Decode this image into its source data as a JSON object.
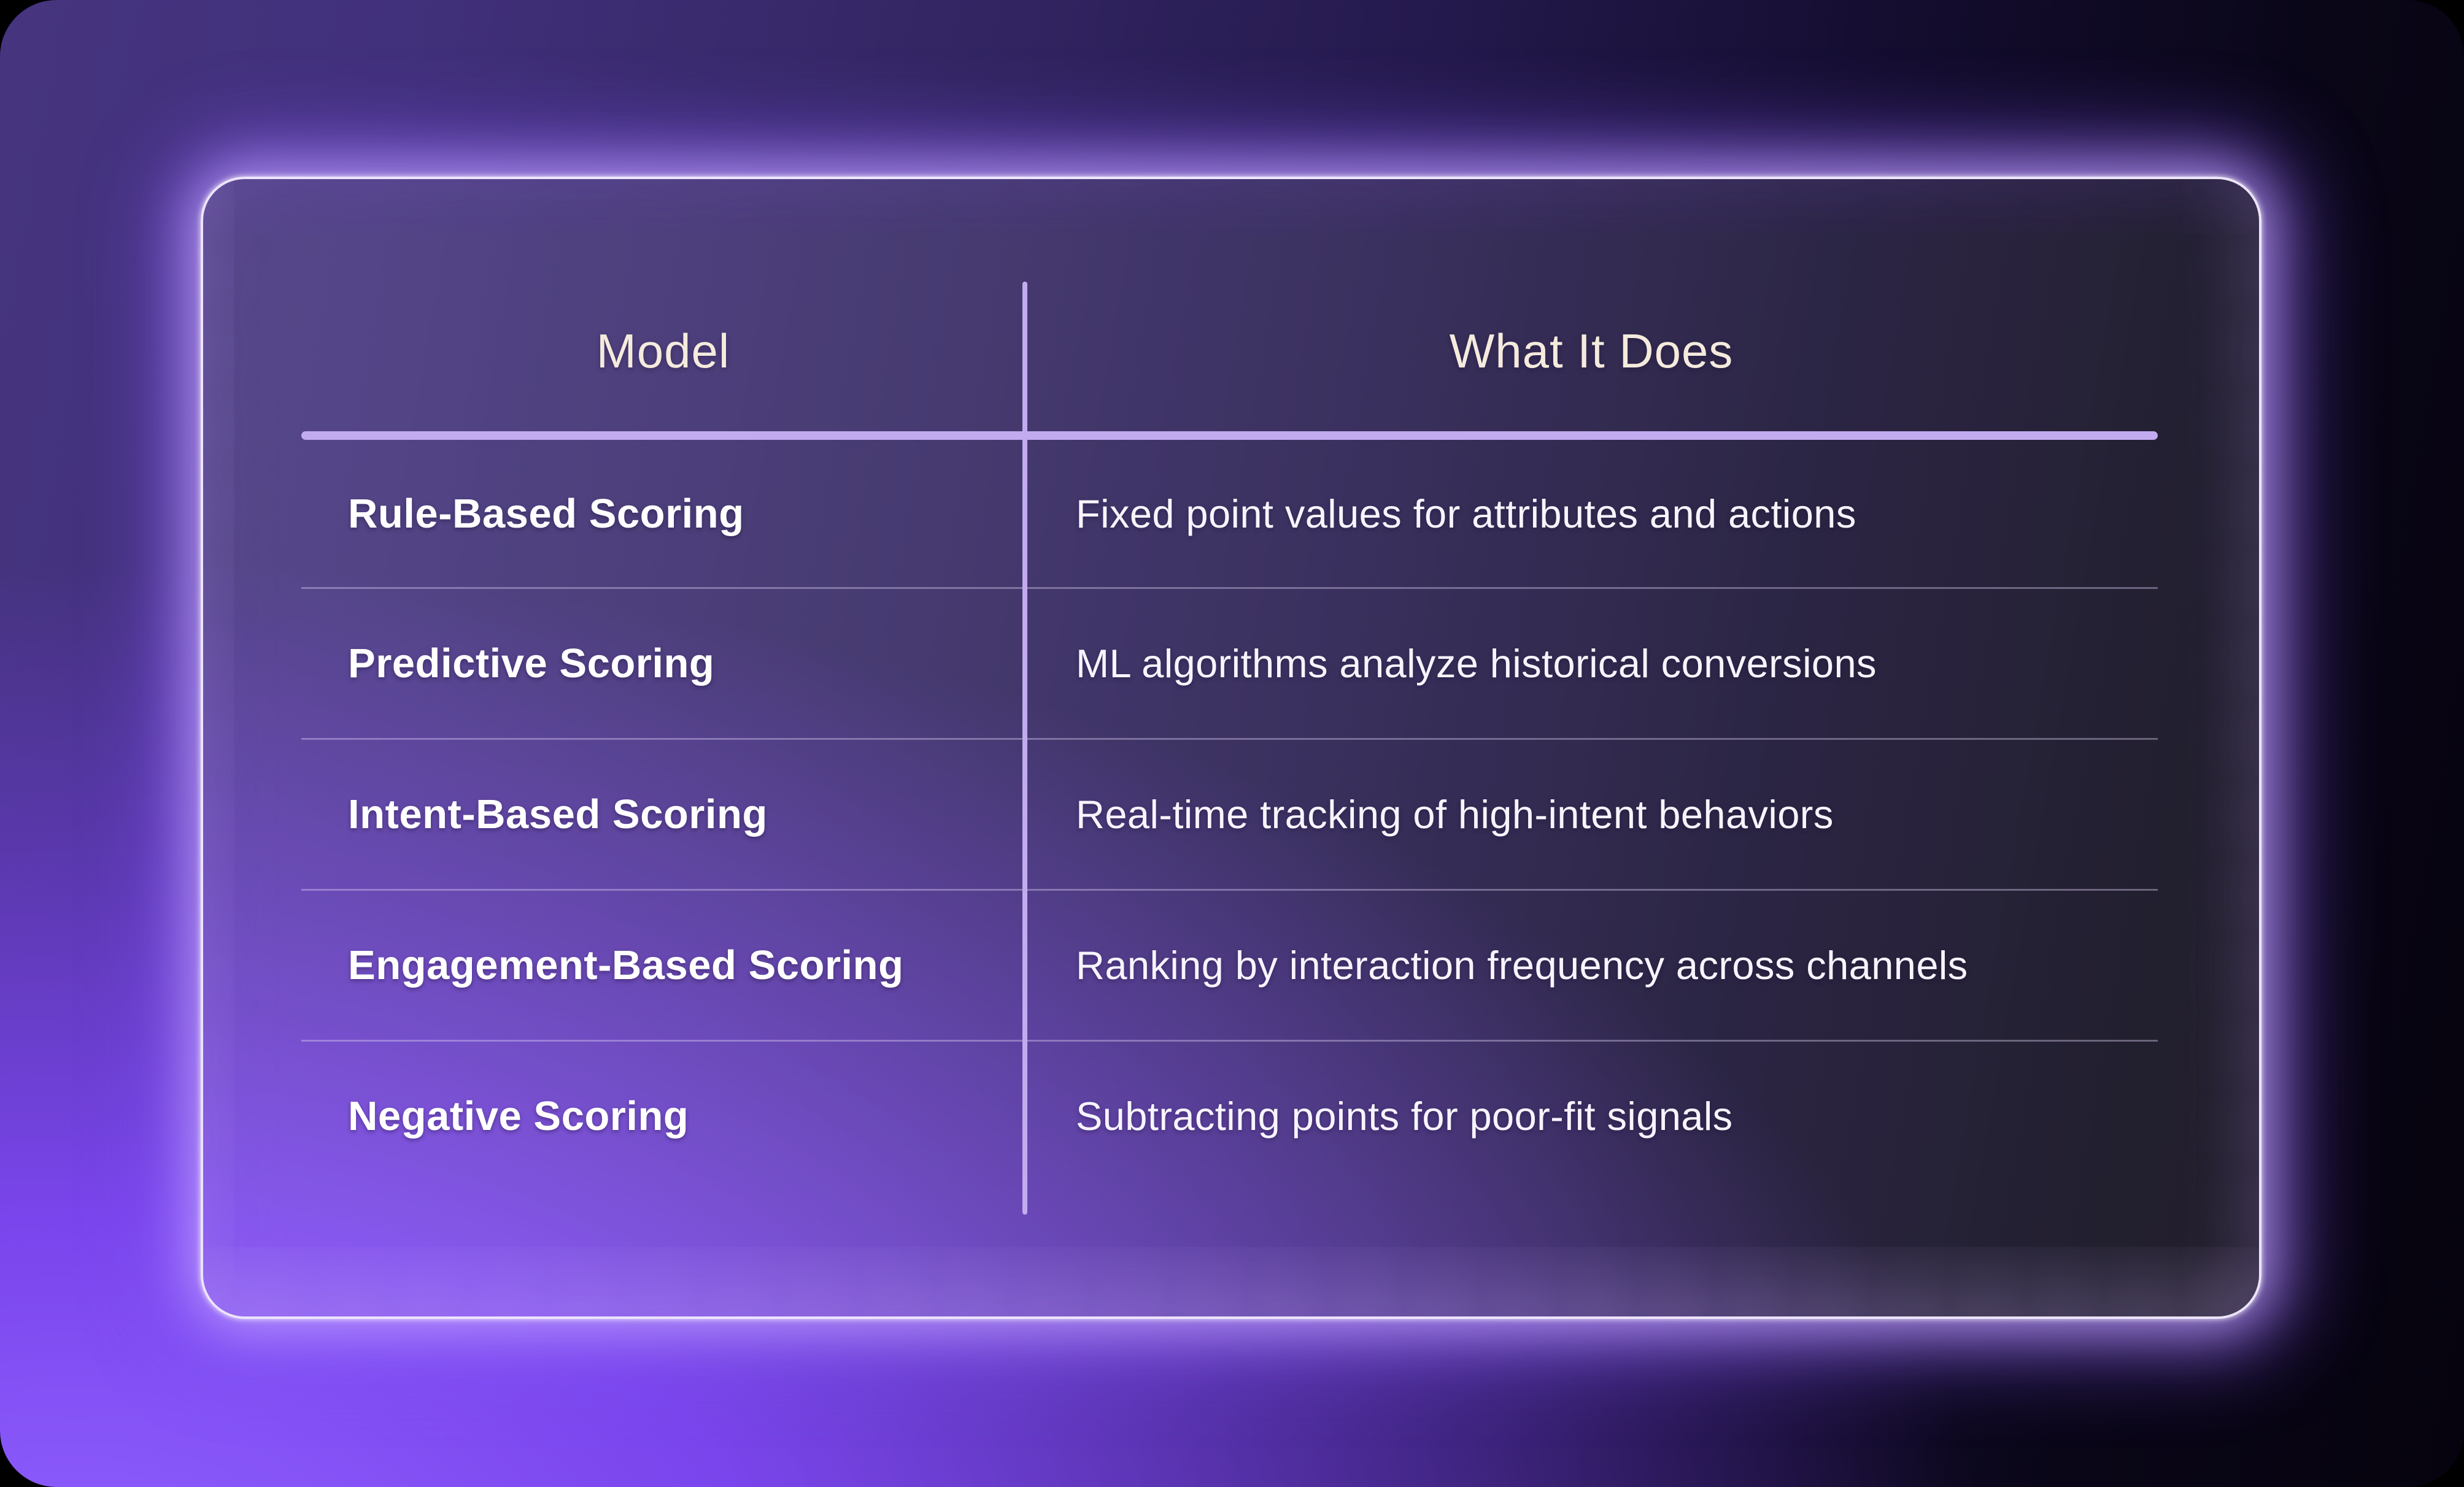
{
  "table": {
    "columns": [
      "Model",
      "What It Does"
    ],
    "rows": [
      {
        "model": "Rule-Based Scoring",
        "description": "Fixed point values for attributes and actions"
      },
      {
        "model": "Predictive Scoring",
        "description": "ML algorithms analyze historical conversions"
      },
      {
        "model": "Intent-Based Scoring",
        "description": "Real-time tracking of high-intent behaviors"
      },
      {
        "model": "Engagement-Based Scoring",
        "description": "Ranking by interaction frequency across channels"
      },
      {
        "model": "Negative Scoring",
        "description": "Subtracting points for poor-fit signals"
      }
    ]
  },
  "theme": {
    "line_accent": "#c2abef",
    "card_border": "#ece4fb",
    "header_text": "#f5ebdd",
    "model_text": "#ffffff",
    "desc_text": "#f7f4fe",
    "bg_bright": "#7a45ec",
    "bg_mid": "#41307b",
    "bg_dark": "#06030e"
  }
}
